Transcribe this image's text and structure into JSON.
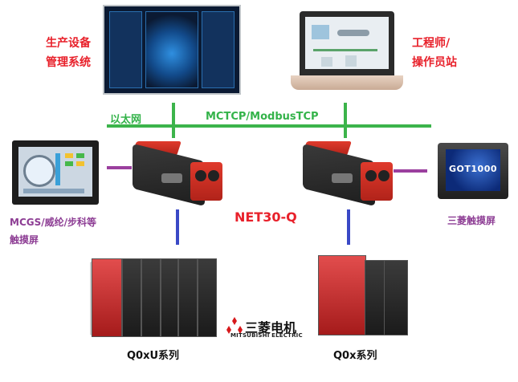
{
  "labels": {
    "production_system_line1": "生产设备",
    "production_system_line2": "管理系统",
    "engineer_station_line1": "工程师/",
    "engineer_station_line2": "操作员站",
    "ethernet": "以太网",
    "protocol": "MCTCP/ModbusTCP",
    "gateway_model": "NET30-Q",
    "hmi_left_line1": "MCGS/威纶/步科等",
    "hmi_left_line2": "触摸屏",
    "hmi_right": "三菱触摸屏",
    "plc_left": "Q0xU系列",
    "plc_right": "Q0x系列",
    "brand_cn": "三菱电机",
    "brand_en": "MITSUBISHI ELECTRIC",
    "goto_logo": "GOT1000"
  },
  "colors": {
    "red_text": "#e8202a",
    "purple_text": "#8d3d94",
    "ethernet_bus": "#3cb44b",
    "serial_link": "#3a49c6",
    "hmi_link": "#9b3f9e"
  },
  "icons": {
    "mitsubishi_logo": "three-diamonds"
  }
}
